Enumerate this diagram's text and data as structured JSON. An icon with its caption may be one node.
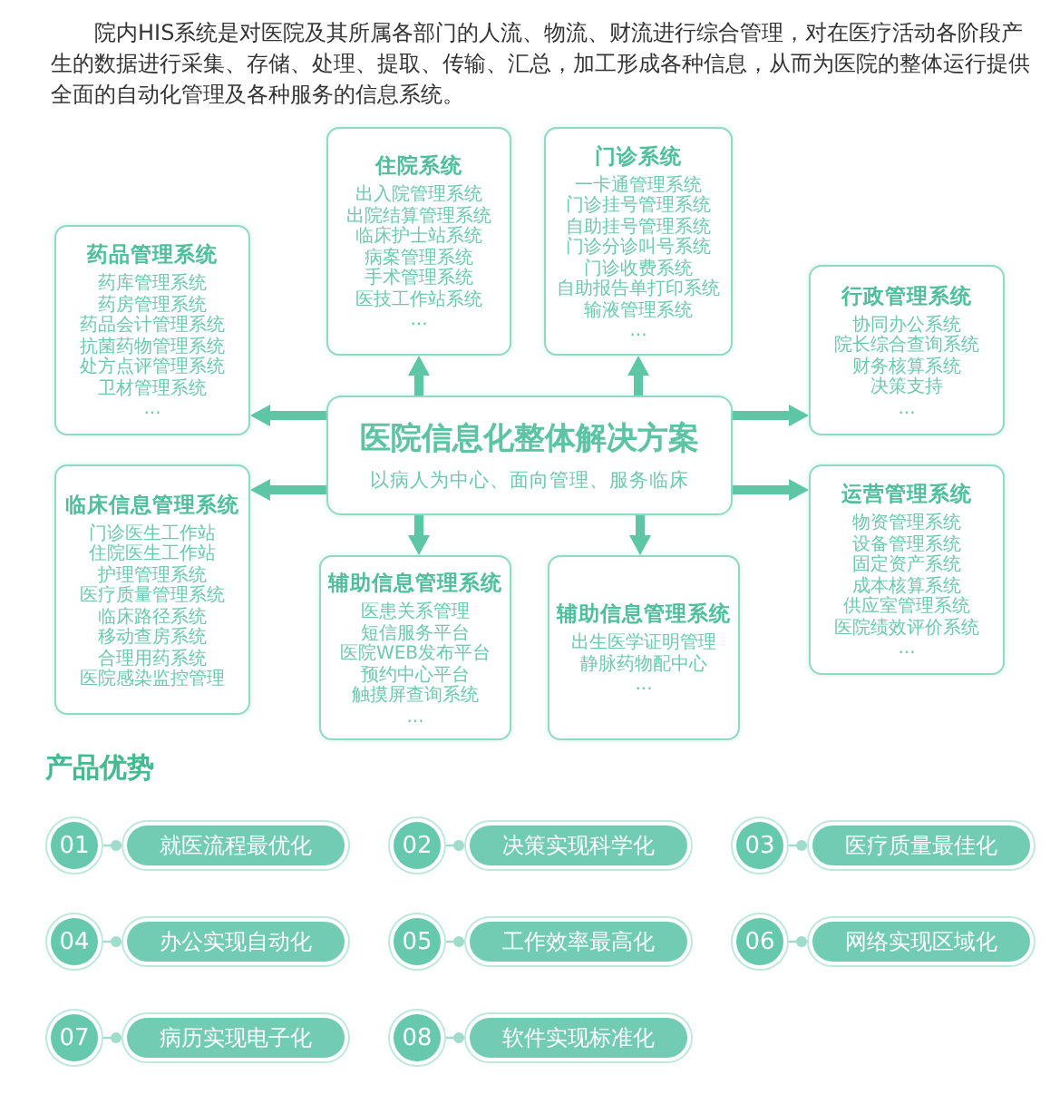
{
  "diagram": {
    "nodes": [
      {
        "text": [
          "住院系统",
          "出入院管理系统",
          "出院结算管理系统",
          "临床护士站系统",
          "病案管理系统",
          "手术管理系统",
          "医技工作站系统",
          "..."
        ]
      },
      {
        "text": [
          "门诊系统",
          "一卡通管理系统",
          "门诊挂号管理系统",
          "自助挂号管理系统",
          "门诊分诊叫号系统",
          "门诊收费系统",
          "自助报告单打印系统",
          "输液管理系统",
          "..."
        ]
      },
      {
        "text": [
          "药品管理系统",
          "药库管理系统",
          "药房管理系统",
          "药品会计管理系统",
          "抗菌药物管理系统",
          "处方点评管理系统",
          "卫材管理系统",
          "..."
        ]
      },
      {
        "text": [
          "行政管理系统",
          "协同办公系统",
          "院长综合查询系统",
          "财务核算系统",
          "决策支持",
          "..."
        ]
      },
      {
        "text": [
          "医院信息化整体解决方案",
          "以病人为中心、面向管理、服务临床"
        ]
      },
      {
        "text": [
          "临床信息管理系统",
          "门诊医生工作站",
          "住院医生工作站",
          "护理管理系统",
          "医疗质量管理系统",
          "临床路径系统",
          "移动查房系统",
          "合理用药系统",
          "医院感染监控管理"
        ]
      },
      {
        "text": [
          "运营管理系统",
          "物资管理系统",
          "设备管理系统",
          "固定资产系统",
          "成本核算系统",
          "供应室管理系统",
          "医院绩效评价系统",
          "..."
        ]
      },
      {
        "text": [
          "辅助信息管理系统",
          "医患关系管理",
          "短信服务平台",
          "医院WEB发布平台",
          "预约中心平台",
          "触摸屏查询系统",
          "..."
        ]
      },
      {
        "text": [
          "辅助信息管理系统",
          "出生医学证明管理",
          "静脉药物配中心",
          "..."
        ]
      },
      {
        "text": [
          "01"
        ]
      },
      {
        "text": [
          "就医流程最优化"
        ]
      },
      {
        "text": [
          "02"
        ]
      },
      {
        "text": [
          "决策实现科学化"
        ]
      },
      {
        "text": [
          "03"
        ]
      },
      {
        "text": [
          "医疗质量最佳化"
        ]
      },
      {
        "text": [
          "04"
        ]
      },
      {
        "text": [
          "办公实现自动化"
        ]
      },
      {
        "text": [
          "05"
        ]
      },
      {
        "text": [
          "工作效率最高化"
        ]
      },
      {
        "text": [
          "06"
        ]
      },
      {
        "text": [
          "网络实现区域化"
        ]
      },
      {
        "text": [
          "07"
        ]
      },
      {
        "text": [
          "病历实现电子化"
        ]
      },
      {
        "text": [
          "08"
        ]
      },
      {
        "text": [
          "软件实现标准化"
        ]
      }
    ],
    "edges": [
      {
        "from": 4,
        "to": 0,
        "arrow": "to",
        "style": "thick"
      },
      {
        "from": 4,
        "to": 1,
        "arrow": "to",
        "style": "thick"
      },
      {
        "from": 4,
        "to": 2,
        "arrow": "to",
        "style": "thick"
      },
      {
        "from": 4,
        "to": 3,
        "arrow": "to",
        "style": "thick"
      },
      {
        "from": 4,
        "to": 5,
        "arrow": "to",
        "style": "thick"
      },
      {
        "from": 4,
        "to": 6,
        "arrow": "to",
        "style": "thick"
      },
      {
        "from": 4,
        "to": 7,
        "arrow": "to",
        "style": "thick"
      },
      {
        "from": 4,
        "to": 8,
        "arrow": "to",
        "style": "thick"
      },
      {
        "from": 9,
        "to": 10,
        "arrow": "other",
        "color": "#9fdccb"
      },
      {
        "from": 11,
        "to": 12,
        "arrow": "other",
        "color": "#9fdccb"
      },
      {
        "from": 13,
        "to": 14,
        "arrow": "other",
        "color": "#9fdccb"
      },
      {
        "from": 15,
        "to": 16,
        "arrow": "other",
        "color": "#9fdccb"
      },
      {
        "from": 17,
        "to": 18,
        "arrow": "other",
        "color": "#9fdccb"
      },
      {
        "from": 19,
        "to": 20,
        "arrow": "other",
        "color": "#9fdccb"
      },
      {
        "from": 21,
        "to": 22,
        "arrow": "other",
        "color": "#9fdccb"
      },
      {
        "from": 23,
        "to": 24,
        "arrow": "other",
        "color": "#9fdccb"
      }
    ],
    "labels": [
      "院内HIS系统是对医院及其所属各部门的人流、物流、财流进行综合管理，对在医疗活动各阶段产生的数据进行采集、存储、处理、提取、传输、汇总，加工形成各种信息，从而为医院的整体运行提供全面的自动化管理及各种服务的信息系统。",
      "产品优势"
    ]
  }
}
